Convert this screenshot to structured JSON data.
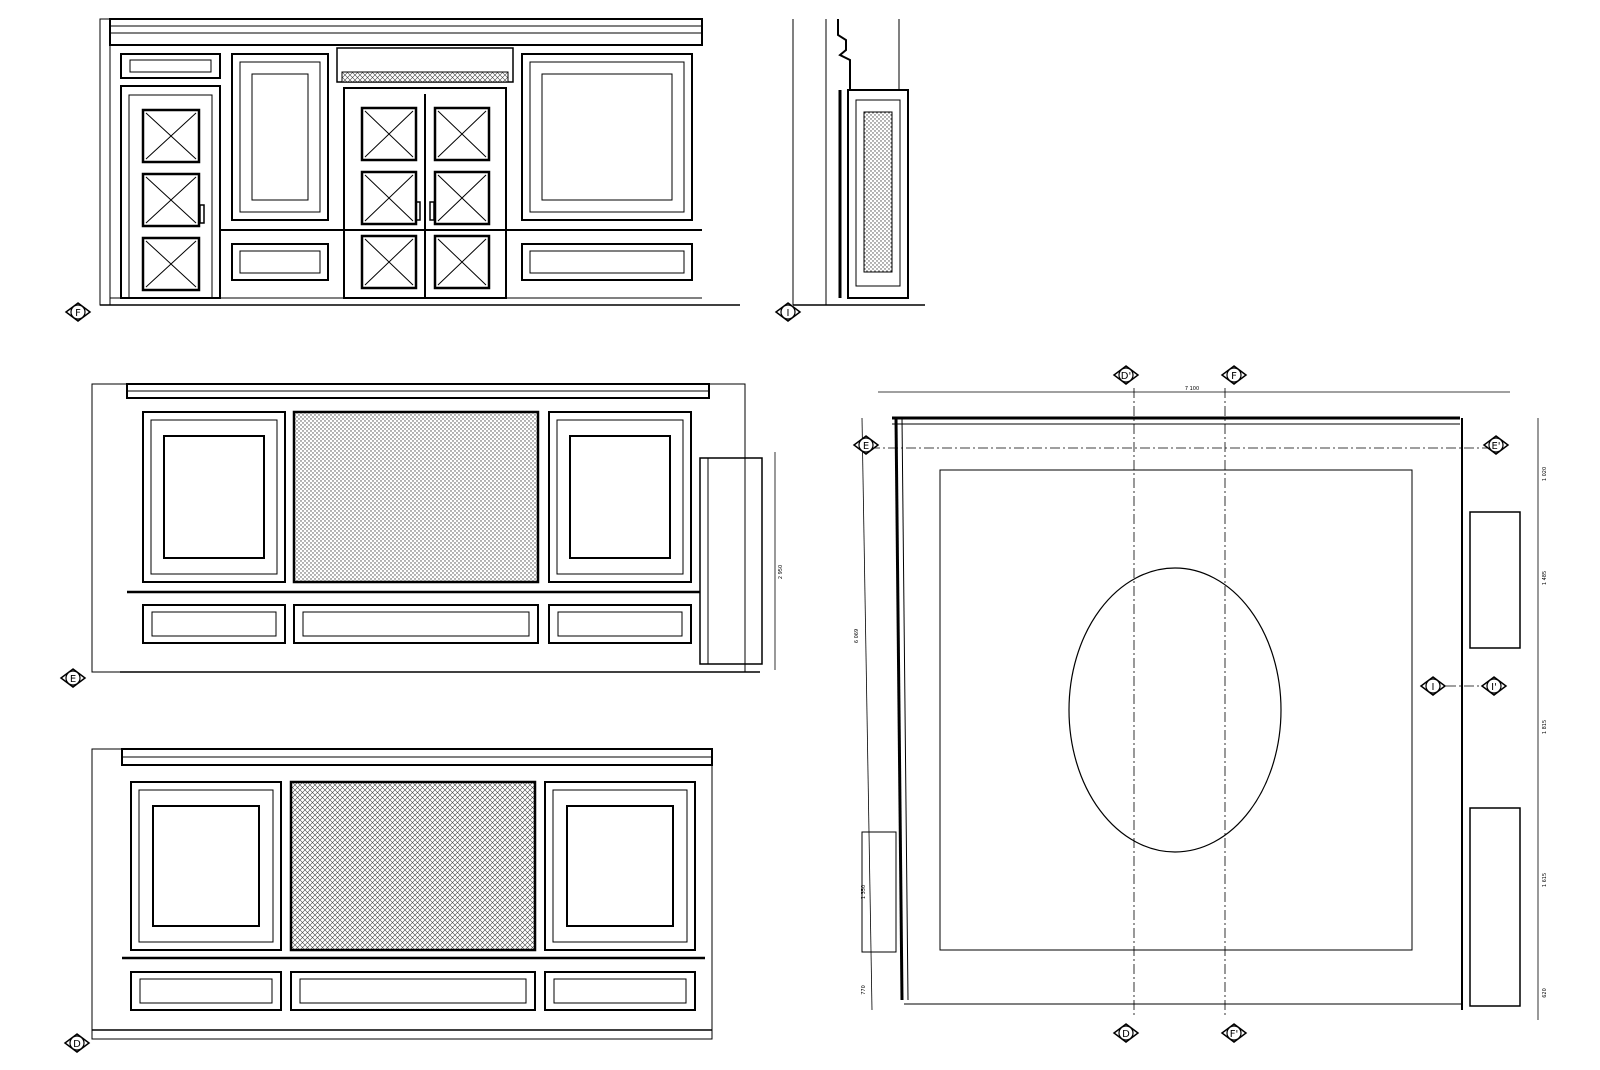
{
  "markers": {
    "elevation_f": "F",
    "elevation_i": "I",
    "elevation_e": "E",
    "elevation_d": "D",
    "plan_d_top": "D'",
    "plan_f_top": "F",
    "plan_e_left": "E",
    "plan_e_right": "E'",
    "plan_i_left": "I",
    "plan_i_right": "I'",
    "plan_d_bottom": "D",
    "plan_f_bottom": "F'"
  },
  "dimensions": {
    "plan_width": "7 100",
    "plan_height_left": "6 069",
    "plan_right_1": "1 020",
    "plan_right_2": "1 485",
    "plan_right_3": "1 815",
    "plan_right_4": "1 615",
    "plan_right_5": "620",
    "plan_left_lower_1": "1 350",
    "plan_left_lower_2": "770",
    "elev_e_height": "2 950"
  },
  "colors": {
    "line": "#000000",
    "paper": "#ffffff",
    "hatch": "#555555"
  }
}
